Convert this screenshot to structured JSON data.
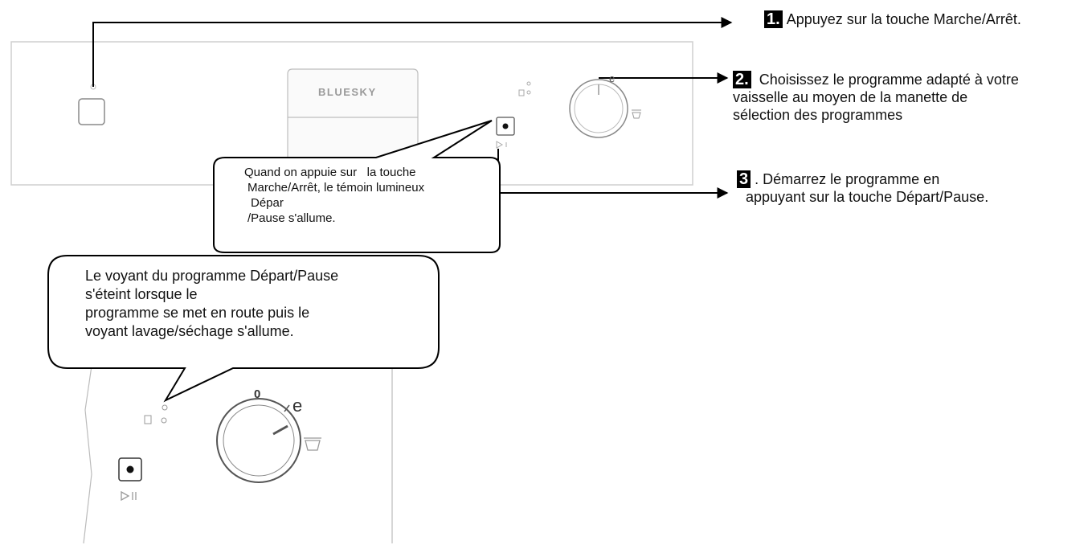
{
  "panel": {
    "brand": "BLUESKY"
  },
  "steps": [
    {
      "number": "1.",
      "lines": [
        "Appuyez sur la touche Marche/Arrêt."
      ]
    },
    {
      "number": "2.",
      "lines": [
        "Choisissez le programme adapté à votre",
        "vaisselle au moyen de la manette de",
        "sélection des programmes"
      ]
    },
    {
      "number": "3",
      "lines": [
        ". Démarrez le programme en",
        "appuyant sur la touche Départ/Pause."
      ]
    }
  ],
  "callout_top": {
    "lines": [
      "Quand on appuie sur",
      "la touche",
      "Marche/Arrêt, le témoin lumineux",
      "Dépar",
      "/Pause s'allume."
    ]
  },
  "callout_bottom": {
    "lines": [
      "Le voyant du programme Départ/Pause",
      "s'éteint lorsque le",
      "programme se met en route puis le",
      "voyant lavage/séchage s'allume."
    ]
  },
  "dial": {
    "top_label": "0",
    "eco_label": "e"
  }
}
